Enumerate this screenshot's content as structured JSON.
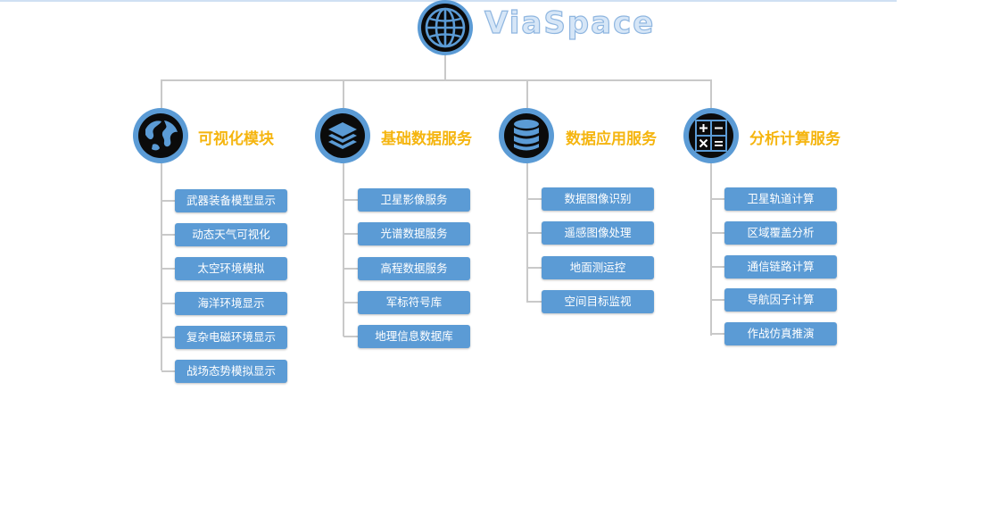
{
  "brand": {
    "name": "ViaSpace"
  },
  "categories": [
    {
      "title": "可视化模块",
      "icon": "earth-icon",
      "items": [
        "武器装备模型显示",
        "动态天气可视化",
        "太空环境模拟",
        "海洋环境显示",
        "复杂电磁环境显示",
        "战场态势模拟显示"
      ]
    },
    {
      "title": "基础数据服务",
      "icon": "layers-icon",
      "items": [
        "卫星影像服务",
        "光谱数据服务",
        "高程数据服务",
        "军标符号库",
        "地理信息数据库"
      ]
    },
    {
      "title": "数据应用服务",
      "icon": "database-icon",
      "items": [
        "数据图像识别",
        "遥感图像处理",
        "地面测运控",
        "空间目标监视"
      ]
    },
    {
      "title": "分析计算服务",
      "icon": "calculator-icon",
      "items": [
        "卫星轨道计算",
        "区域覆盖分析",
        "通信链路计算",
        "导航因子计算",
        "作战仿真推演"
      ]
    }
  ],
  "colors": {
    "accent": "#5b9bd5",
    "title": "#f5b50f",
    "line": "#c9c9c9",
    "icon": "#0b0b0b"
  }
}
